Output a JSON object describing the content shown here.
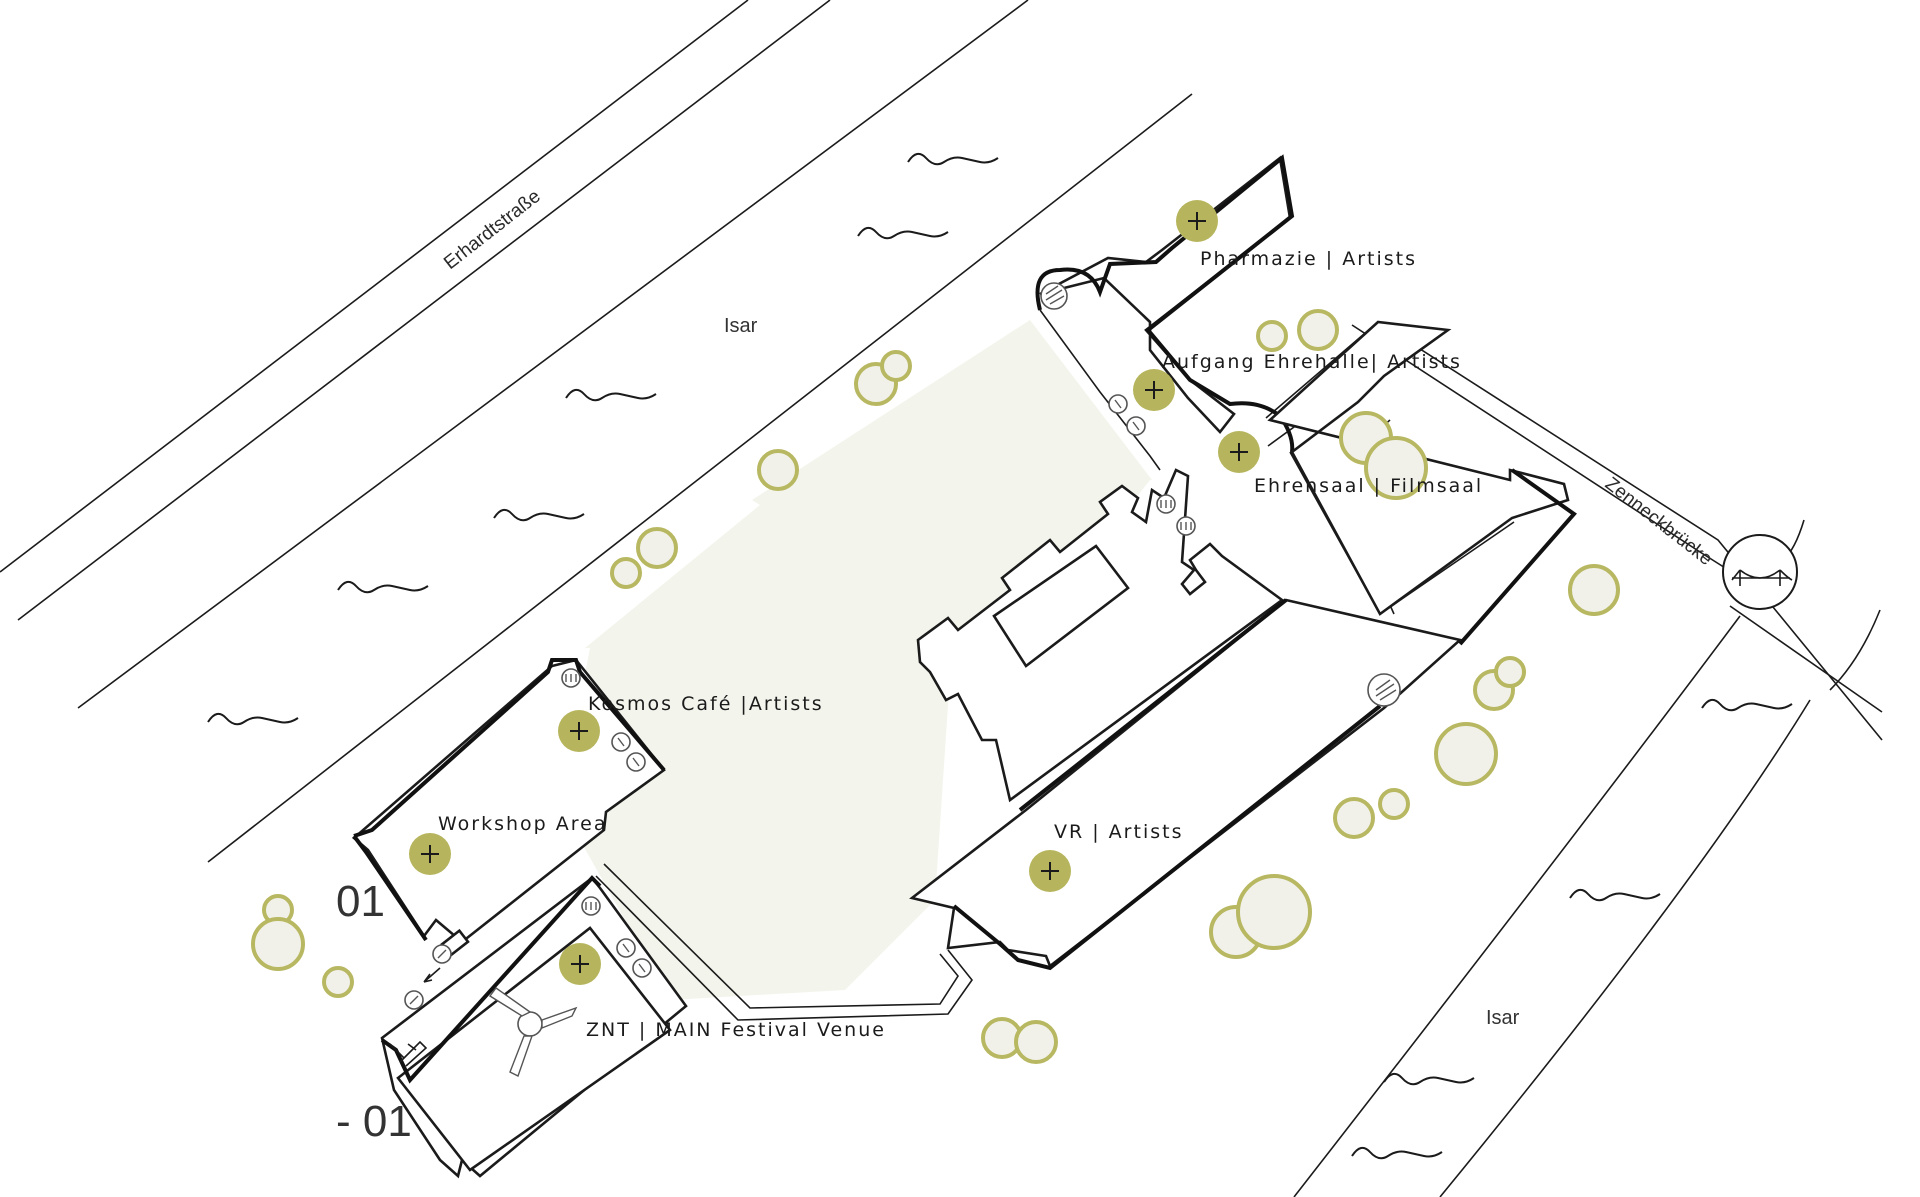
{
  "map": {
    "streets": {
      "erhardtstrasse": "Erhardtstraße",
      "zenneckbruecke": "Zenneckbrücke"
    },
    "water": {
      "isar_north": "Isar",
      "isar_south": "Isar"
    },
    "floors": {
      "upper": "01",
      "lower": "- 01"
    },
    "venues": [
      {
        "label": "Pharmazie | Artists"
      },
      {
        "label": "Aufgang Ehrehalle| Artists"
      },
      {
        "label": "Ehrensaal | Filmsaal"
      },
      {
        "label": "Kosmos Café |Artists"
      },
      {
        "label": "Workshop Area"
      },
      {
        "label": "VR | Artists"
      },
      {
        "label": "ZNT | MAIN Festival Venue"
      }
    ],
    "colors": {
      "poi_marker": "#b6b55d",
      "tree_stroke": "#b8b862",
      "courtyard_fill": "#f3f4ec",
      "line": "#1b1b1b"
    },
    "icons": [
      "plus-icon",
      "restroom-icon",
      "accessibility-icon",
      "stair-icon",
      "bridge-icon",
      "fan-icon"
    ]
  }
}
